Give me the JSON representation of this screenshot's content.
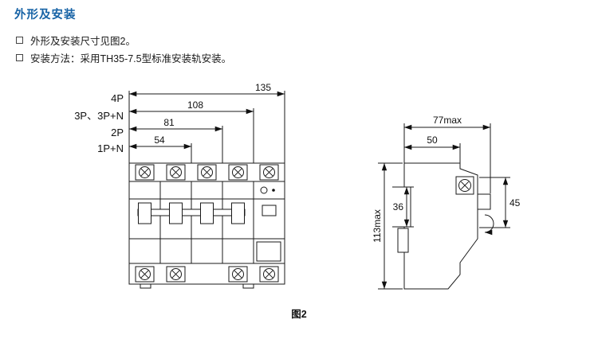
{
  "title": "外形及安装",
  "bullets": {
    "item1": "外形及安装尺寸见图2。",
    "item2": "安装方法：采用TH35-7.5型标准安装轨安装。"
  },
  "figure": {
    "caption": "图2",
    "front_view": {
      "labels": {
        "p4": "4P",
        "p3": "3P、3P+N",
        "p2": "2P",
        "p1n": "1P+N"
      },
      "dims": {
        "w135": "135",
        "w108": "108",
        "w81": "81",
        "w54": "54"
      }
    },
    "side_view": {
      "dims": {
        "depth_max": "77max",
        "depth_top": "50",
        "height_max": "113max",
        "rail_slot": "36",
        "front_height": "45"
      }
    }
  },
  "colors": {
    "accent_blue": "#1763a6",
    "line": "#1a1a1a"
  }
}
